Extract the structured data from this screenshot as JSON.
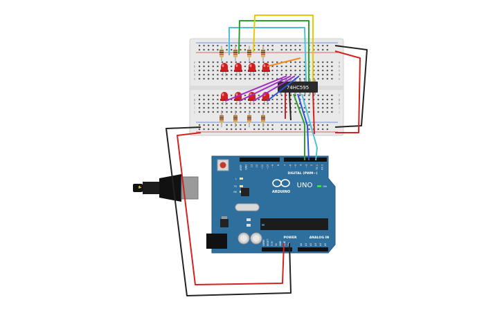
{
  "breadboard": {
    "row_letters_left": [
      "a",
      "b",
      "c",
      "d",
      "e",
      "f",
      "g",
      "h",
      "i",
      "j"
    ],
    "row_letters_right": [
      "a",
      "b",
      "c",
      "d",
      "e",
      "f",
      "g",
      "h",
      "i",
      "j"
    ]
  },
  "chip": {
    "label": "74HC595"
  },
  "arduino": {
    "brand": "ARDUINO",
    "model": "UNO",
    "digital_label": "DIGITAL (PWM~)",
    "power_label": "POWER",
    "analog_label": "ANALOG IN",
    "on_label": "ON",
    "led_labels": [
      "L",
      "TX",
      "RX"
    ],
    "top_header_labels": [
      "AREF",
      "GND",
      "13",
      "12",
      "~11",
      "~10",
      "~9",
      "8",
      "7",
      "~6",
      "~5",
      "4",
      "~3",
      "2",
      "TX 1",
      "RX 0"
    ],
    "power_pin_labels": [
      "IOREF",
      "RESET",
      "3.3V",
      "5V",
      "GND",
      "GND",
      "Vin"
    ],
    "analog_pin_labels": [
      "A0",
      "A1",
      "A2",
      "A3",
      "A4",
      "A5"
    ]
  },
  "colors": {
    "board": "#2f6f9e",
    "breadboard": "#e9e9e9",
    "wire_red": "#d62020",
    "wire_black": "#222222",
    "wire_yellow": "#e8c800",
    "wire_green": "#2e9e2e",
    "wire_cyan": "#4cc1d6",
    "wire_blue": "#2b4fd8",
    "wire_purple": "#a02fc4",
    "wire_orange": "#f08a1c",
    "led_red": "#d21f1f"
  }
}
